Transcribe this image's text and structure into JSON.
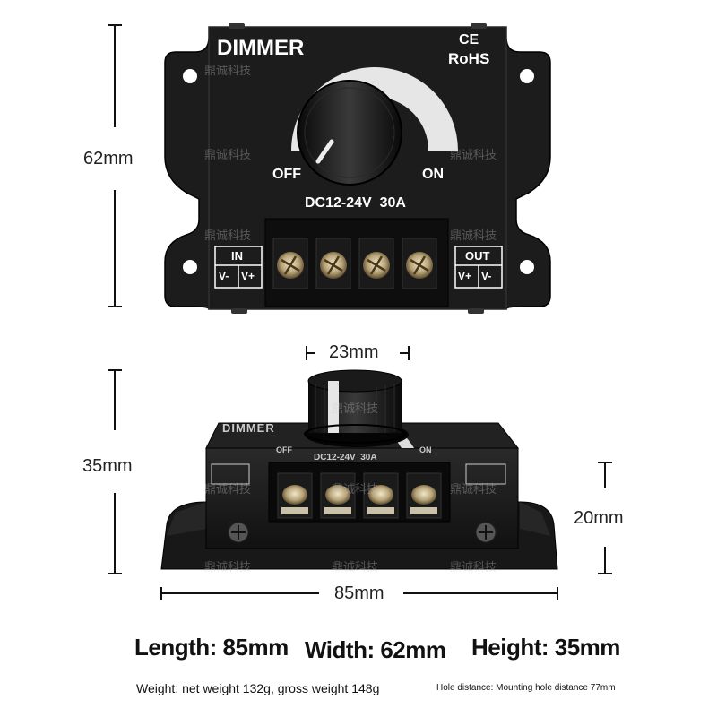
{
  "device": {
    "brand_label": "DIMMER",
    "ce_mark": "CE",
    "rohs_mark": "RoHS",
    "off_label": "OFF",
    "on_label": "ON",
    "rating": "DC12-24V  30A",
    "in_label": "IN",
    "out_label": "OUT",
    "in_pins": [
      "V-",
      "V+"
    ],
    "out_pins": [
      "V+",
      "V-"
    ],
    "side_rating": "DC12-24V  30A",
    "side_off": "OFF",
    "side_on": "ON",
    "side_brand": "DIMMER"
  },
  "watermark": "鼎诚科技",
  "dimensions": {
    "height_front": "62mm",
    "knob_diameter": "23mm",
    "height_side": "35mm",
    "terminal_height": "20mm",
    "length": "85mm"
  },
  "specs": {
    "length": "Length: 85mm",
    "width": "Width: 62mm",
    "height": "Height: 35mm",
    "weight": "Weight: net weight 132g, gross weight 148g",
    "hole_distance": "Hole distance: Mounting hole distance 77mm"
  }
}
